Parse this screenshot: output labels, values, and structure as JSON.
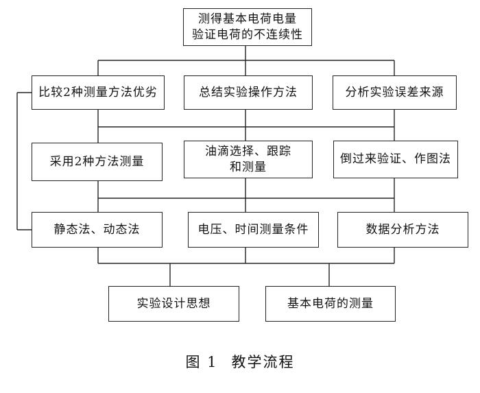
{
  "nodes": {
    "top": [
      "测得基本电荷电量",
      "验证电荷的不连续性"
    ],
    "compare": "比较2种测量方法优劣",
    "summary": "总结实验操作方法",
    "analyze_error": "分析实验误差来源",
    "two_methods": "采用2种方法测量",
    "oil_drop": [
      "油滴选择、跟踪",
      "和测量"
    ],
    "reverse": "倒过来验证、作图法",
    "static_dynamic": "静态法、动态法",
    "voltage_time": "电压、时间测量条件",
    "data_analysis": "数据分析方法",
    "design": "实验设计思想",
    "measure": "基本电荷的测量"
  },
  "caption": {
    "label": "图 1",
    "text": "教学流程"
  }
}
